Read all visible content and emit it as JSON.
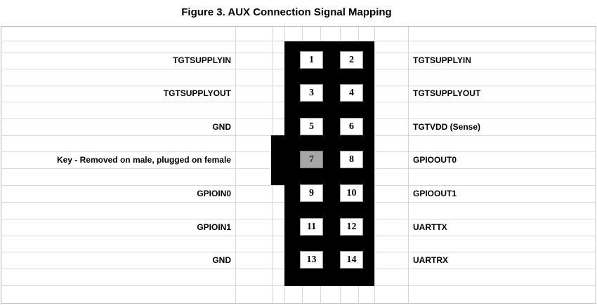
{
  "figure": {
    "title": "Figure 3. AUX Connection Signal Mapping"
  },
  "connector": {
    "pin_count": 14,
    "key_pin": "7",
    "rows": [
      {
        "left_label": "TGTSUPPLYIN",
        "left_pin": "1",
        "right_pin": "2",
        "right_label": "TGTSUPPLYIN",
        "key": false
      },
      {
        "left_label": "TGTSUPPLYOUT",
        "left_pin": "3",
        "right_pin": "4",
        "right_label": "TGTSUPPLYOUT",
        "key": false
      },
      {
        "left_label": "GND",
        "left_pin": "5",
        "right_pin": "6",
        "right_label": "TGTVDD (Sense)",
        "key": false
      },
      {
        "left_label": "Key - Removed on male, plugged on female",
        "left_pin": "7",
        "right_pin": "8",
        "right_label": "GPIOOUT0",
        "key": true
      },
      {
        "left_label": "GPIOIN0",
        "left_pin": "9",
        "right_pin": "10",
        "right_label": "GPIOOUT1",
        "key": false
      },
      {
        "left_label": "GPIOIN1",
        "left_pin": "11",
        "right_pin": "12",
        "right_label": "UARTTX",
        "key": false
      },
      {
        "left_label": "GND",
        "left_pin": "13",
        "right_pin": "14",
        "right_label": "UARTRX",
        "key": false
      }
    ]
  },
  "colors": {
    "background": "#ffffff",
    "grid_line": "#d9d9d9",
    "grid_border": "#b3b3b3",
    "connector_body": "#000000",
    "pin_fill": "#ffffff",
    "key_pin_fill": "#a6a6a6",
    "text": "#000000"
  }
}
